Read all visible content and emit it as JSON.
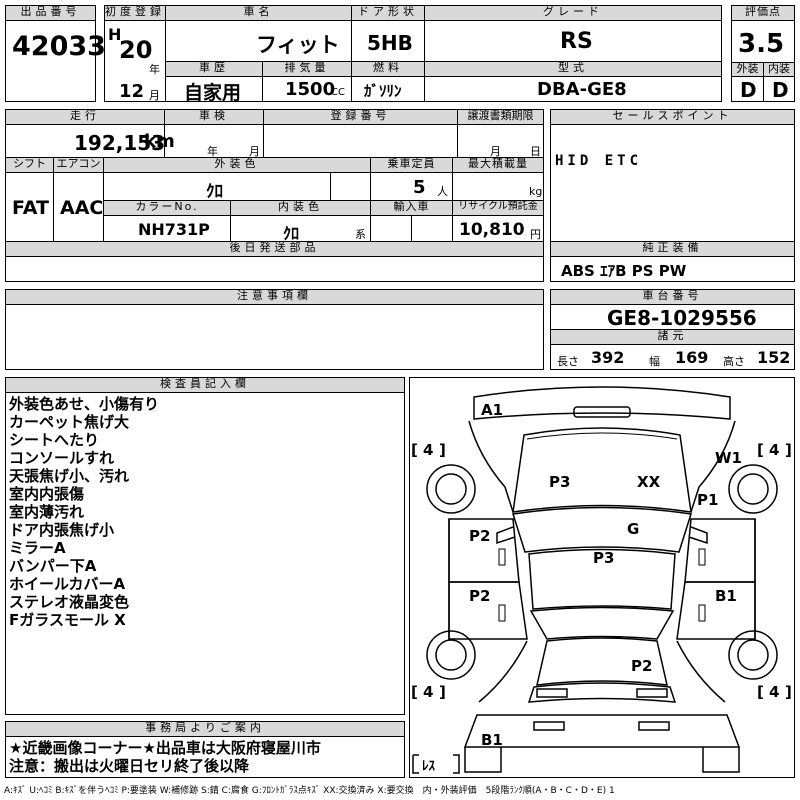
{
  "header": {
    "lot_no_label": "出品番号",
    "lot_no": "42033",
    "first_reg_label": "初度登録",
    "era": "H",
    "year": "20",
    "year_unit": "年",
    "month": "12",
    "month_unit": "月",
    "model_label": "車名",
    "model": "フィット",
    "door_label": "ドア形状",
    "door": "5HB",
    "grade_label": "グレード",
    "grade": "RS",
    "score_label": "評価点",
    "score": "3.5",
    "exterior_label": "外装",
    "exterior": "D",
    "interior_label": "内装",
    "interior": "D",
    "history_label": "車歴",
    "history": "自家用",
    "displacement_label": "排気量",
    "displacement": "1500",
    "displacement_unit": "CC",
    "fuel_label": "燃料",
    "fuel": "ｶﾞｿﾘﾝ",
    "type_label": "型式",
    "type_code": "DBA-GE8"
  },
  "specs": {
    "mileage_label": "走行",
    "mileage": "192,153",
    "mileage_unit": "km",
    "inspection_label": "車検",
    "year_unit": "年",
    "month_unit": "月",
    "reg_no_label": "登録番号",
    "transfer_label": "譲渡書類期限",
    "day_unit": "日",
    "shift_label": "シフト",
    "shift": "FAT",
    "ac_label": "エアコン",
    "ac": "AAC",
    "ext_color_label": "外装色",
    "ext_color": "ｸﾛ",
    "capacity_label": "乗車定員",
    "capacity": "5",
    "capacity_unit": "人",
    "max_load_label": "最大積載量",
    "max_load_unit": "kg",
    "color_no_label": "カラーNo.",
    "color_no": "NH731P",
    "int_color_label": "内装色",
    "int_color": "ｸﾛ",
    "int_color_unit": "系",
    "import_label": "輸入車",
    "recycle_label": "リサイクル預託金",
    "recycle": "10,810",
    "recycle_unit": "円",
    "later_parts_label": "後日発送部品",
    "notes_label": "注意事項欄"
  },
  "sales": {
    "label": "セールスポイント",
    "text": "HID ETC",
    "equipment_label": "純正装備",
    "equipment": "ABS ｴｱB PS PW",
    "chassis_label": "車台番号",
    "chassis": "GE8-1029556",
    "dims_label": "諸元",
    "length_label": "長さ",
    "length": "392",
    "width_label": "幅",
    "width": "169",
    "height_label": "高さ",
    "height": "152"
  },
  "inspector": {
    "label": "検査員記入欄",
    "lines": [
      "外装色あせ、小傷有り",
      "カーペット焦げ大",
      "シートへたり",
      "コンソールすれ",
      "天張焦げ小、汚れ",
      "室内内張傷",
      "室内薄汚れ",
      "ドア内張焦げ小",
      "ミラーA",
      "バンパー下A",
      "ホイールカバーA",
      "ステレオ液晶変色",
      "Fガラスモール X"
    ]
  },
  "office": {
    "label": "事務局よりご案内",
    "line1": "★近畿画像コーナー★出品車は大阪府寝屋川市",
    "line2": "注意：搬出は火曜日セリ終了後以降"
  },
  "diagram": {
    "marks": {
      "front_bumper": "A1",
      "rear_bumper": "B1",
      "hood_left": "P3",
      "hood_right": "XX",
      "windshield": "G",
      "roof": "P3",
      "front_left_fender": "P2",
      "rear_left_door": "P2",
      "front_right_wheel": "W1",
      "right_front_door": "P1",
      "rear_right_door": "B1",
      "trunk": "P2"
    },
    "tyre_fl": "4",
    "tyre_fr": "4",
    "tyre_rl": "4",
    "tyre_rr": "4",
    "spare": "ﾚｽ"
  },
  "legend": "A:ｷｽﾞ U:ﾍｺﾐ B:ｷｽﾞを伴うﾍｺﾐ P:要塗装 W:補修跡 S:錆 C:腐食 G:ﾌﾛﾝﾄｶﾞﾗｽ点ｷｽﾞ XX:交換済み X:要交換　内・外装評価　5段階ﾗﾝｸ順(A・B・C・D・E) 1"
}
